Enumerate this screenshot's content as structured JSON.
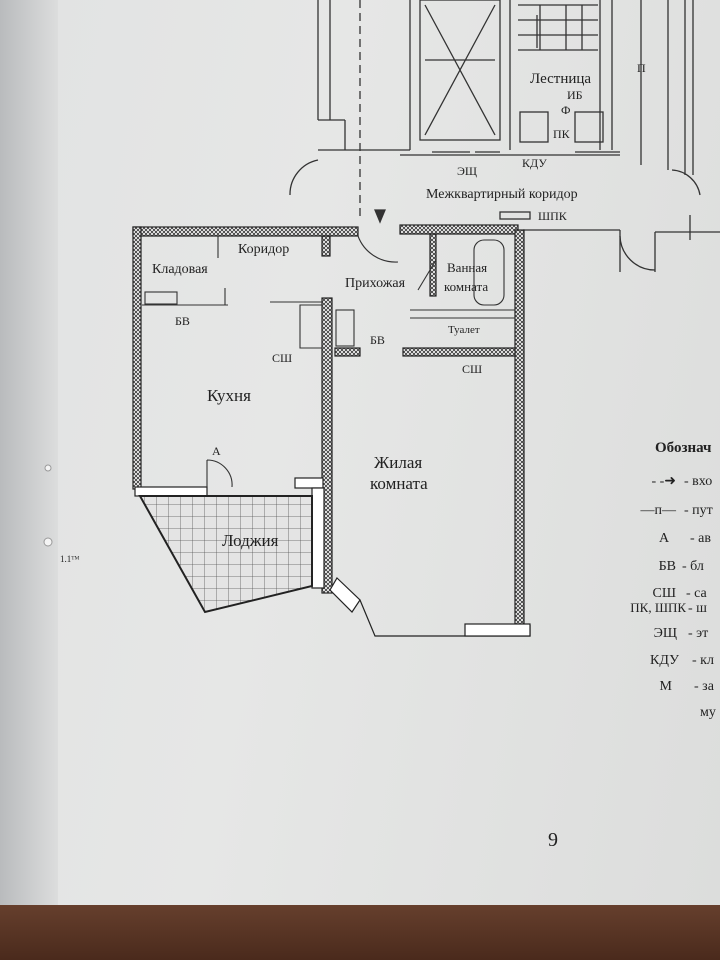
{
  "plan": {
    "rooms": {
      "stairs": "Лестница",
      "ib": "ИБ",
      "phi": "Ф",
      "pk": "ПК",
      "eshch": "ЭЩ",
      "kdu": "КДУ",
      "p_mark": "П",
      "corridor_common": "Межквартирный коридор",
      "shpk": "ШПК",
      "corridor": "Коридор",
      "storage": "Кладовая",
      "hall": "Прихожая",
      "bathroom_1": "Ванная",
      "bathroom_2": "комната",
      "toilet": "Туалет",
      "bv_1": "БВ",
      "bv_2": "БВ",
      "ssh_1": "СШ",
      "ssh_2": "СШ",
      "kitchen": "Кухня",
      "living_1": "Жилая",
      "living_2": "комната",
      "a_mark": "А",
      "loggia": "Лоджия"
    }
  },
  "legend": {
    "title": "Обознач",
    "items": [
      {
        "symbol": "- -➜",
        "text": "- вхо"
      },
      {
        "symbol": "—п—",
        "text": "- пут"
      },
      {
        "symbol": "А",
        "text": "- ав"
      },
      {
        "symbol": "БВ",
        "text": "- бл"
      },
      {
        "symbol": "СШ",
        "text": "- са"
      },
      {
        "symbol": "ПК, ШПК",
        "text": "- ш"
      },
      {
        "symbol": "ЭЩ",
        "text": "- эт"
      },
      {
        "symbol": "КДУ",
        "text": "- кл"
      },
      {
        "symbol": "М",
        "text": "- за"
      }
    ],
    "continuation": "му"
  },
  "margin_note": "1.1ᵀᴹ",
  "page_number": "9"
}
